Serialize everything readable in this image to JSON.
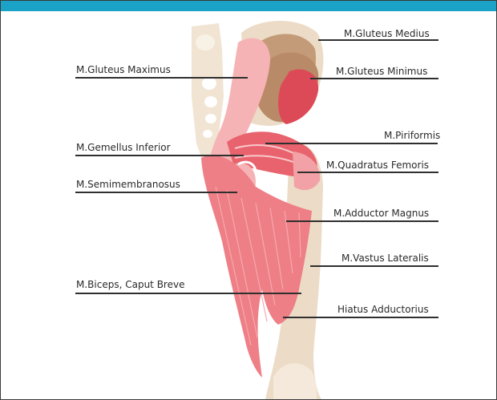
{
  "header": {
    "title": ""
  },
  "labels": {
    "gluteus_medius": "M.Gluteus Medius",
    "gluteus_maximus": "M.Gluteus Maximus",
    "gluteus_minimus": "M.Gluteus Minimus",
    "piriformis": "M.Piriformis",
    "gemellus_inferior": "M.Gemellus Inferior",
    "quadratus_femoris": "M.Quadratus Femoris",
    "semimembranosus": "M.Semimembranosus",
    "adductor_magnus": "M.Adductor Magnus",
    "vastus_lateralis": "M.Vastus Lateralis",
    "biceps_caput_breve": "M.Biceps, Caput Breve",
    "hiatus_adductorius": "Hiatus Adductorius"
  },
  "colors": {
    "header": "#1aa3c7",
    "bone": "#ecdcc7",
    "bone_light": "#f4e9da",
    "muscle": "#ee7f86",
    "muscle_dark": "#dd4a57",
    "muscle_light": "#f6b3b6",
    "fascia": "#c49b78",
    "line": "#2f2f2f"
  }
}
